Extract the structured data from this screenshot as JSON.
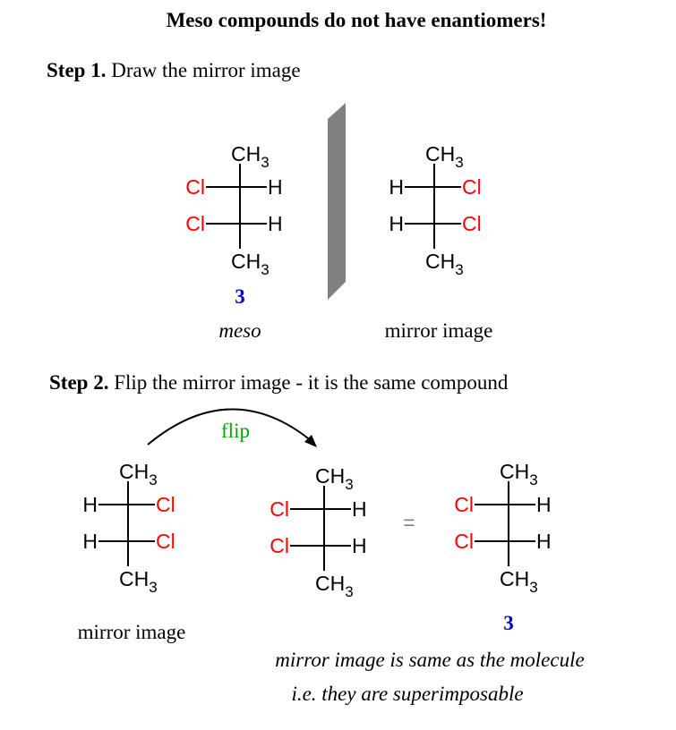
{
  "title": "Meso compounds do not have enantiomers!",
  "step1": {
    "label": "Step 1.",
    "text": " Draw the mirror image"
  },
  "step2": {
    "label": "Step 2.",
    "text": " Flip the mirror image - it is the same compound"
  },
  "captions": {
    "meso": "meso",
    "mirror1": "mirror image",
    "mirror2": "mirror image",
    "compound_num_1": "3",
    "compound_num_2": "3",
    "flip": "flip",
    "equals": "=",
    "conclusion_1": "mirror image is same as the molecule",
    "conclusion_2": "i.e. they are superimposable"
  },
  "colors": {
    "halogen": "#ff0000",
    "number": "#0000cc",
    "flip": "#00aa00",
    "mirror": "#808080",
    "equals": "#808080"
  },
  "ch3": {
    "main": "CH",
    "sub": "3"
  },
  "molecules": [
    {
      "name": "meso-compound",
      "rows": [
        {
          "left": "Cl",
          "right": "H"
        },
        {
          "left": "Cl",
          "right": "H"
        }
      ]
    },
    {
      "name": "mirror-image-step1",
      "rows": [
        {
          "left": "H",
          "right": "Cl"
        },
        {
          "left": "H",
          "right": "Cl"
        }
      ]
    },
    {
      "name": "mirror-image-step2",
      "rows": [
        {
          "left": "H",
          "right": "Cl"
        },
        {
          "left": "H",
          "right": "Cl"
        }
      ]
    },
    {
      "name": "flipped-mirror-image",
      "rows": [
        {
          "left": "Cl",
          "right": "H"
        },
        {
          "left": "Cl",
          "right": "H"
        }
      ]
    },
    {
      "name": "compound-3",
      "rows": [
        {
          "left": "Cl",
          "right": "H"
        },
        {
          "left": "Cl",
          "right": "H"
        }
      ]
    }
  ]
}
